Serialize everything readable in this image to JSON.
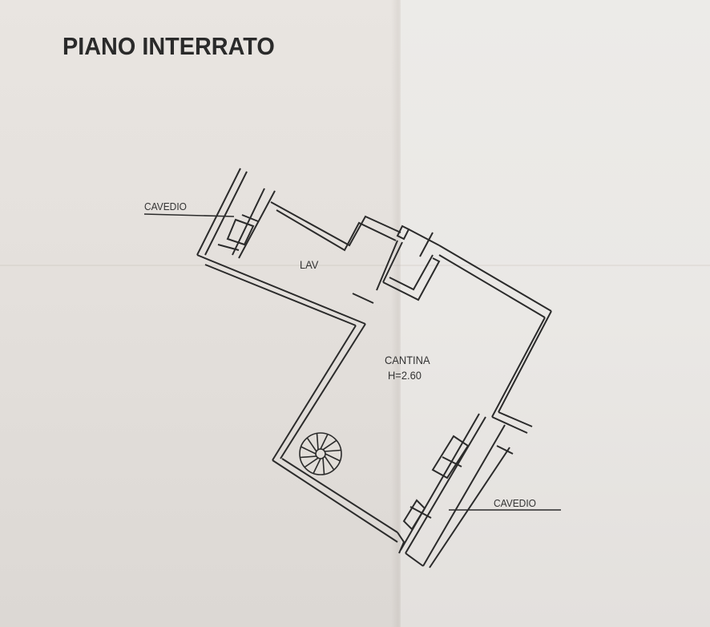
{
  "title": "PIANO INTERRATO",
  "rooms": {
    "lav": "LAV",
    "cantina": "CANTINA",
    "cantina_height": "H=2.60"
  },
  "cavedio_left": "CAVEDIO",
  "cavedio_right": "CAVEDIO",
  "colors": {
    "ink": "#2b2b2b",
    "paper": "#e7e3df"
  }
}
